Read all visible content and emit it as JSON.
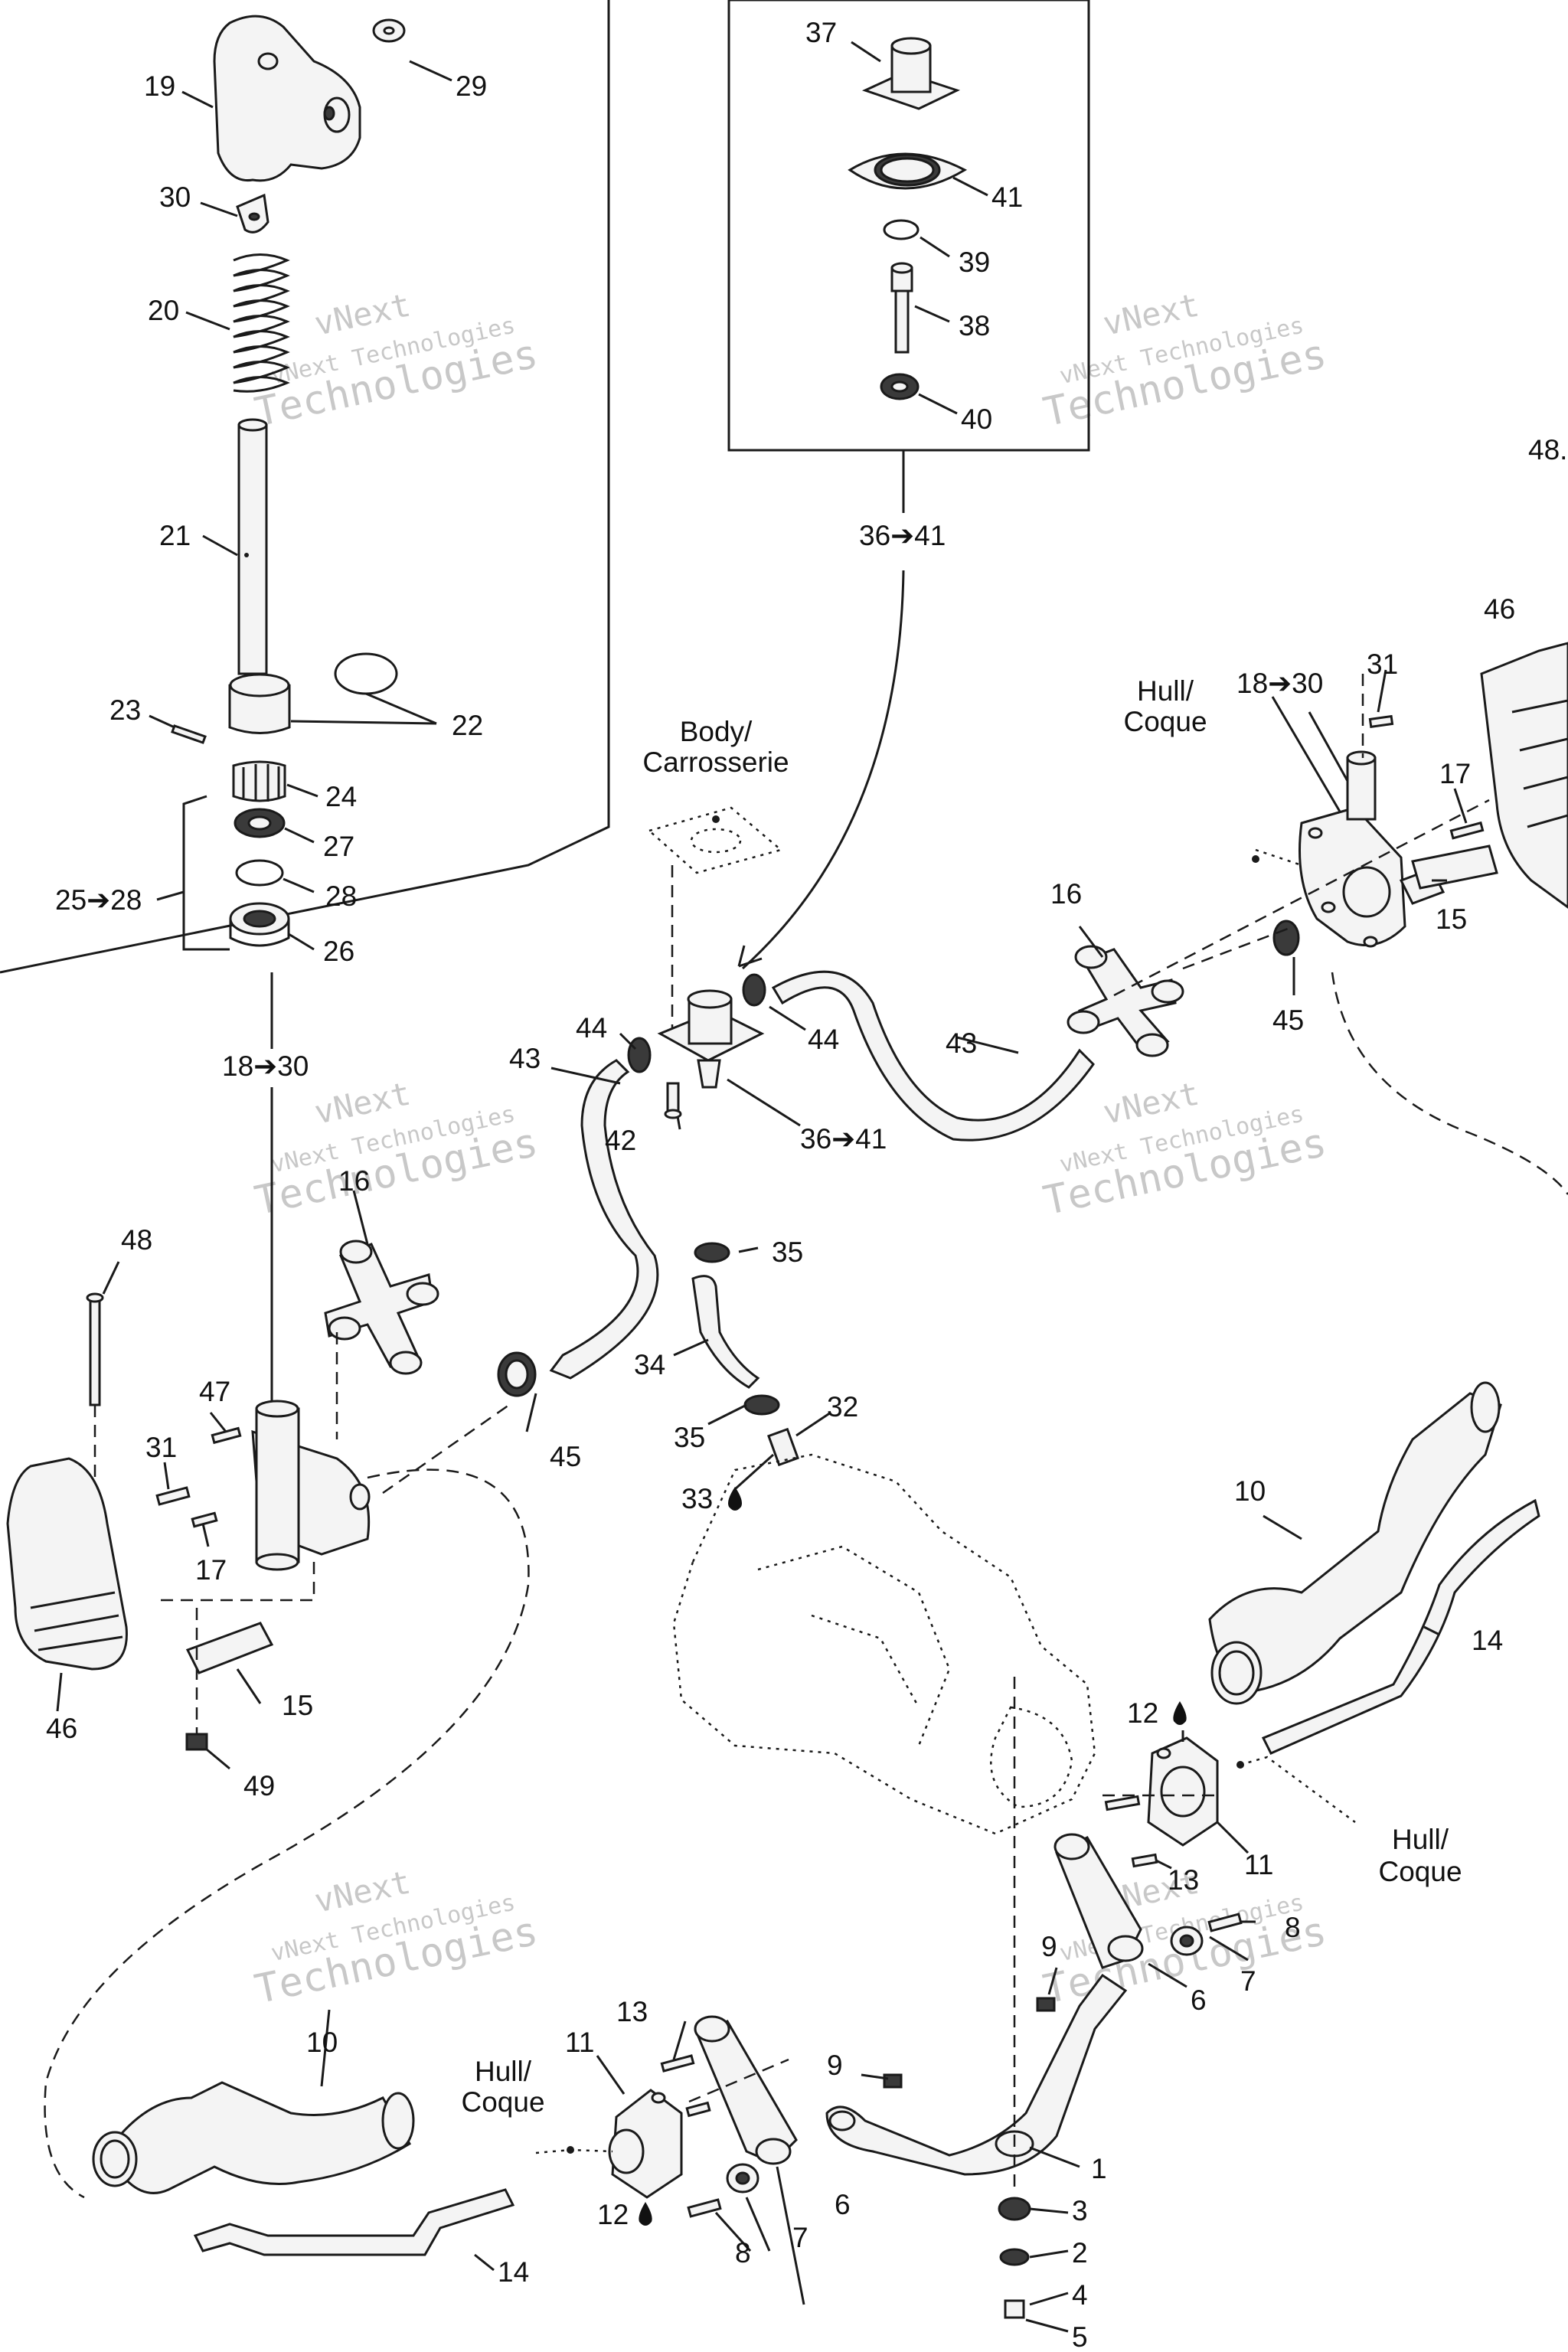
{
  "labels": {
    "p19": "19",
    "p29": "29",
    "p30": "30",
    "p20": "20",
    "p21": "21",
    "p23": "23",
    "p22": "22",
    "p24": "24",
    "p27": "27",
    "p25_28": "25➔28",
    "p28": "28",
    "p26": "26",
    "p18_30_left": "18➔30",
    "p37": "37",
    "p41": "41",
    "p39": "39",
    "p38": "38",
    "p40": "40",
    "p36_41_top": "36➔41",
    "p48_top": "48.",
    "p46_right": "46",
    "p31_right": "31",
    "p18_30_right": "18➔30",
    "p17_right": "17",
    "p15_right": "15",
    "p16_right": "16",
    "p45_right": "45",
    "p44_left": "44",
    "p44_right": "44",
    "p43_left": "43",
    "p43_right": "43",
    "p42": "42",
    "p36_41_mid": "36➔41",
    "p16_left": "16",
    "p48_left": "48",
    "p35_top": "35",
    "p34": "34",
    "p35_bottom": "35",
    "p32": "32",
    "p33": "33",
    "p47": "47",
    "p31_left": "31",
    "p17_left": "17",
    "p45_left": "45",
    "p46_left": "46",
    "p15_left": "15",
    "p49": "49",
    "p10_right": "10",
    "p14_right": "14",
    "p12_right": "12",
    "p11_right": "11",
    "p13_right": "13",
    "p8_right": "8",
    "p9_right": "9",
    "p6_right": "6",
    "p7_right": "7",
    "p10_left": "10",
    "p13_left": "13",
    "p11_left": "11",
    "p9_left": "9",
    "p12_left": "12",
    "p6_left": "6",
    "p8_left": "8",
    "p7_left": "7",
    "p14_left": "14",
    "p1": "1",
    "p3": "3",
    "p2": "2",
    "p4": "4",
    "p5": "5"
  },
  "callouts": {
    "body_line1": "Body/",
    "body_line2": "Carrosserie",
    "hull_top_line1": "Hull/",
    "hull_top_line2": "Coque",
    "hull_right_line1": "Hull/",
    "hull_right_line2": "Coque",
    "hull_left_line1": "Hull/",
    "hull_left_line2": "Coque"
  },
  "watermark": {
    "line1": "vNext",
    "line2": "vNext Technologies",
    "line3": "Technologies"
  }
}
